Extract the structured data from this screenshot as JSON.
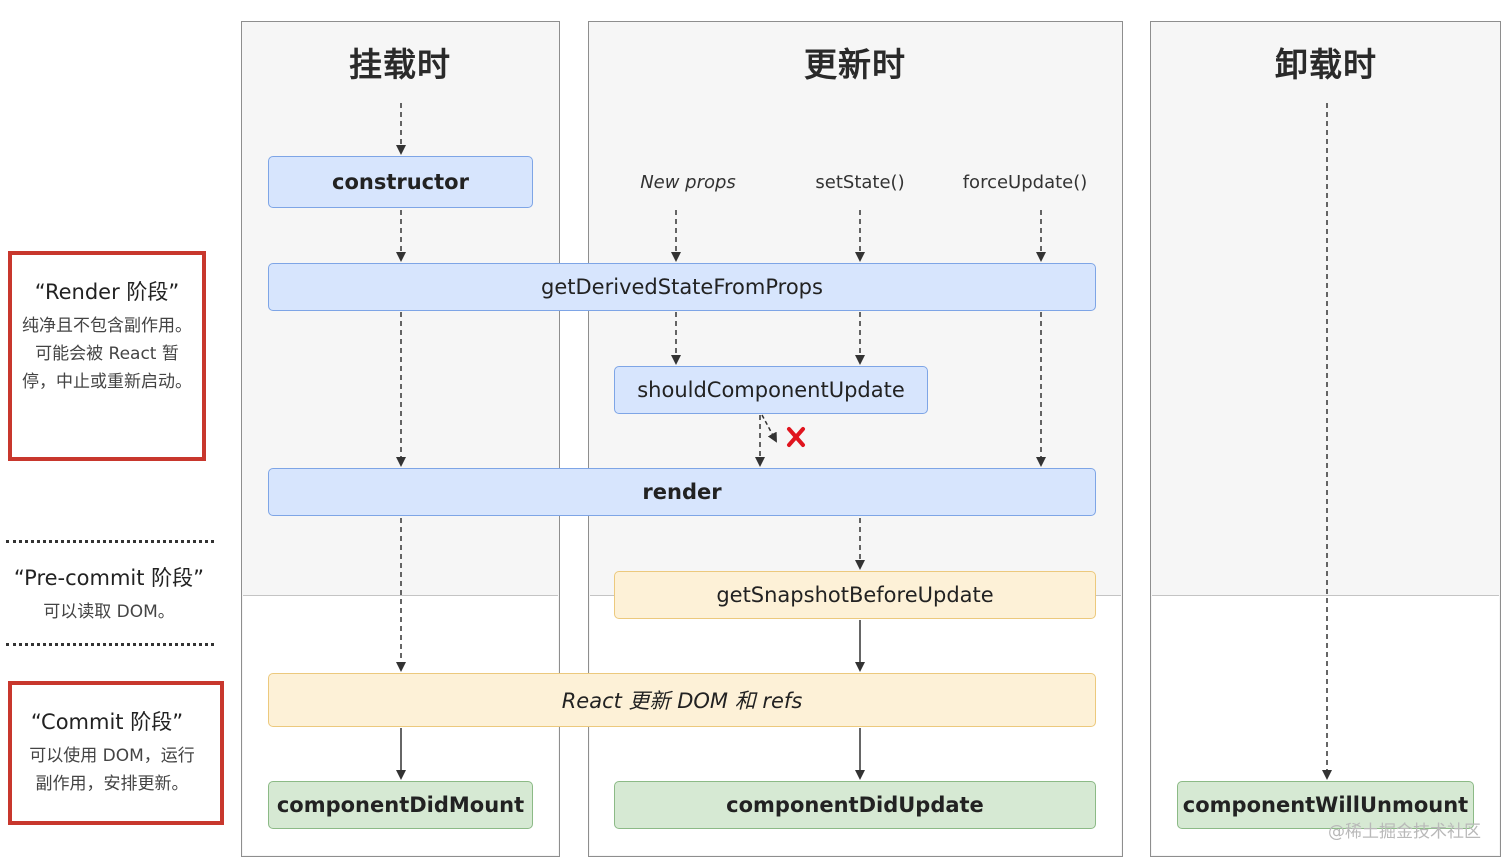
{
  "columns": {
    "mounting": {
      "title": "挂载时"
    },
    "updating": {
      "title": "更新时"
    },
    "unmounting": {
      "title": "卸载时"
    }
  },
  "triggers": {
    "new_props": "New props",
    "set_state": "setState()",
    "force_update": "forceUpdate()"
  },
  "methods": {
    "constructor": "constructor",
    "get_derived_state": "getDerivedStateFromProps",
    "should_update": "shouldComponentUpdate",
    "render": "render",
    "get_snapshot": "getSnapshotBeforeUpdate",
    "react_updates_dom": "React 更新 DOM 和 refs",
    "did_mount": "componentDidMount",
    "did_update": "componentDidUpdate",
    "will_unmount": "componentWillUnmount"
  },
  "phases": {
    "render": {
      "title": "“Render 阶段”",
      "desc": [
        "纯净且不包含副作用。",
        "可能会被 React 暂",
        "停，中止或重新启动。"
      ]
    },
    "precommit": {
      "title": "“Pre-commit 阶段”",
      "desc": [
        "可以读取 DOM。"
      ]
    },
    "commit": {
      "title": "“Commit 阶段”",
      "desc": [
        "可以使用 DOM，运行",
        "副作用，安排更新。"
      ]
    }
  },
  "watermark": "@稀土掘金技术社区",
  "colors": {
    "blue_fill": "#d7e5fd",
    "yellow_fill": "#fdf1d7",
    "green_fill": "#d6e9d3",
    "red_border": "#c8372d",
    "cancel_mark": "#e0141e"
  },
  "icons": {
    "cancel": "cross-icon"
  }
}
